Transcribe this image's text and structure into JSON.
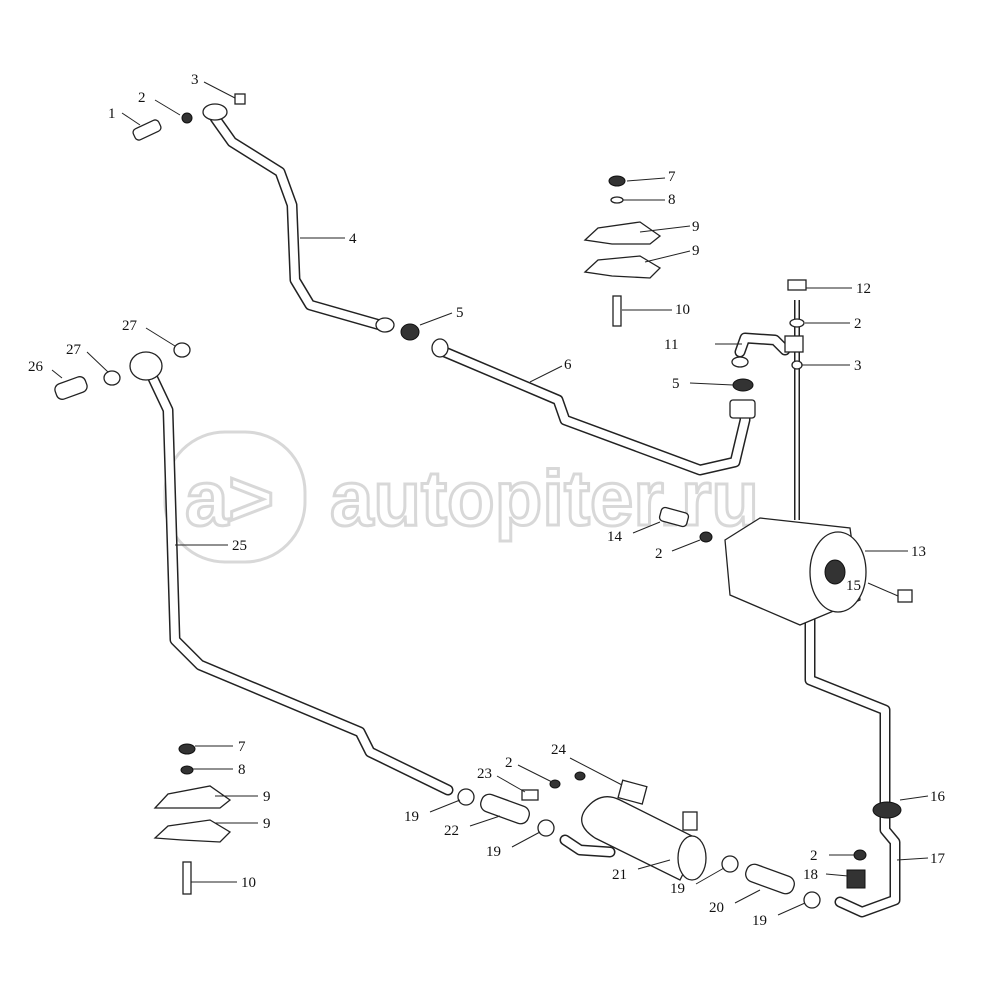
{
  "watermark": "autopiter.ru",
  "watermark_logo": "a>",
  "labels": [
    "1",
    "2",
    "3",
    "4",
    "5",
    "6",
    "7",
    "8",
    "9",
    "9",
    "10",
    "12",
    "2",
    "11",
    "3",
    "5",
    "27",
    "27",
    "26",
    "25",
    "14",
    "2",
    "13",
    "15",
    "7",
    "8",
    "9",
    "9",
    "10",
    "24",
    "2",
    "23",
    "19",
    "22",
    "19",
    "21",
    "19",
    "20",
    "19",
    "16",
    "17",
    "2",
    "18"
  ]
}
